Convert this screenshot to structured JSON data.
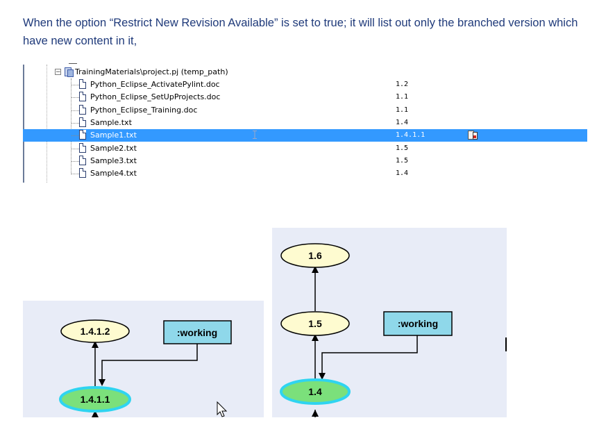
{
  "intro": {
    "text": "When the option “Restrict New Revision Available” is set to true; it will list out only the branched version which have new content in it,"
  },
  "tree": {
    "root": {
      "expander": "−",
      "label": "TrainingMaterials\\project.pj (temp_path)",
      "icon": "project-icon"
    },
    "rows": [
      {
        "name": "Python_Eclipse_ActivatePylint.doc",
        "rev": "1.2",
        "icon": "file-icon"
      },
      {
        "name": "Python_Eclipse_SetUpProjects.doc",
        "rev": "1.1",
        "icon": "file-icon"
      },
      {
        "name": "Python_Eclipse_Training.doc",
        "rev": "1.1",
        "icon": "file-icon"
      },
      {
        "name": "Sample.txt",
        "rev": "1.4",
        "icon": "file-icon"
      },
      {
        "name": "Sample1.txt",
        "rev": "1.4.1.1",
        "icon": "file-icon",
        "selected": true,
        "locked": true
      },
      {
        "name": "Sample2.txt",
        "rev": "1.5",
        "icon": "file-icon"
      },
      {
        "name": "Sample3.txt",
        "rev": "1.5",
        "icon": "file-icon"
      },
      {
        "name": "Sample4.txt",
        "rev": "1.4",
        "icon": "file-icon"
      }
    ]
  },
  "diagram_left": {
    "nodes": [
      {
        "label": "1.4.1.2",
        "type": "revision"
      },
      {
        "label": ":working",
        "type": "working"
      },
      {
        "label": "1.4.1.1",
        "type": "current"
      }
    ]
  },
  "diagram_right": {
    "nodes": [
      {
        "label": "1.6",
        "type": "revision"
      },
      {
        "label": "1.5",
        "type": "revision"
      },
      {
        "label": ":working",
        "type": "working"
      },
      {
        "label": "1.4",
        "type": "current"
      }
    ]
  },
  "colors": {
    "intro_text": "#1f3a7a",
    "selection": "#3399ff",
    "diagram_bg": "#e8ecf7",
    "revision_fill": "#fefbd0",
    "working_fill": "#8fd8ea",
    "current_fill": "#7be07b",
    "current_border": "#2fd4f0"
  }
}
